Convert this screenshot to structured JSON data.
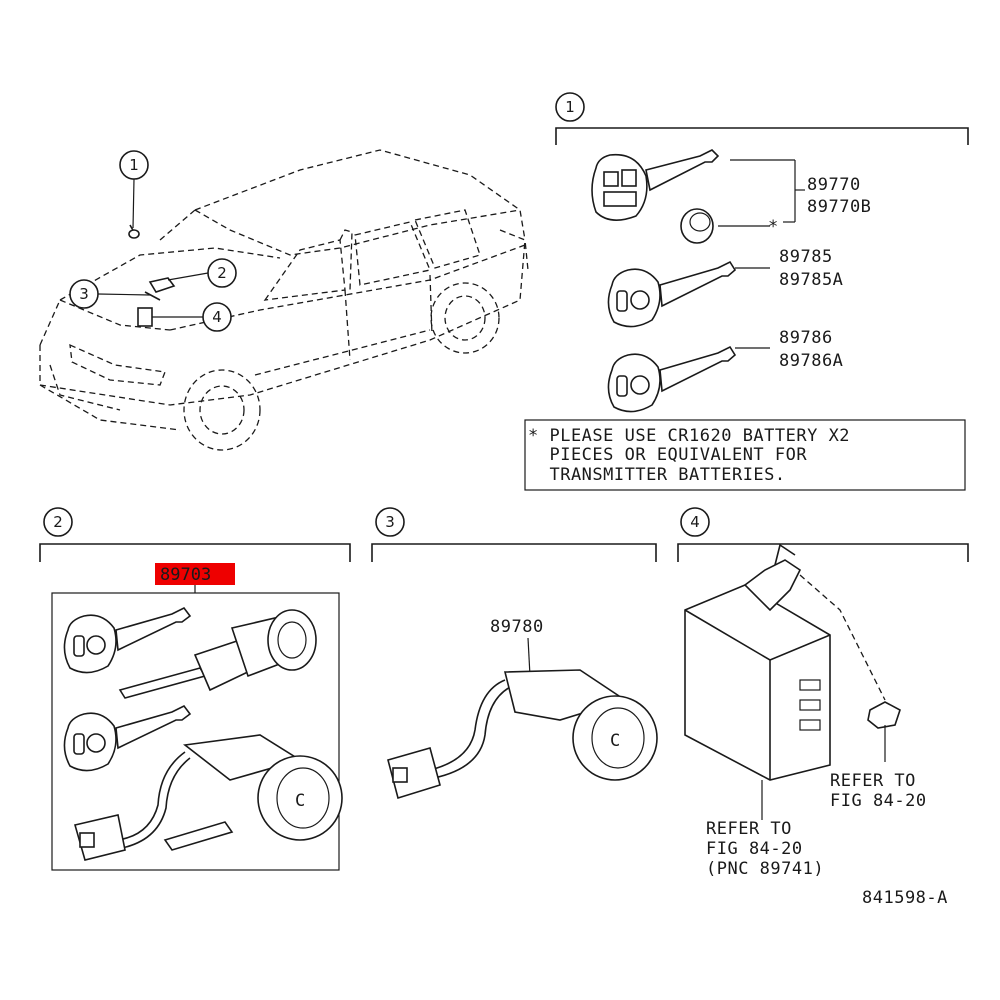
{
  "callouts": {
    "c1": "1",
    "c2": "2",
    "c3": "3",
    "c4": "4"
  },
  "keys": {
    "p1a": "89770",
    "p1b": "89770B",
    "p2a": "89785",
    "p2b": "89785A",
    "p3a": "89786",
    "p3b": "89786A",
    "asterisk": "*"
  },
  "note": {
    "line1": "* PLEASE USE CR1620 BATTERY X2",
    "line2": "  PIECES OR EQUIVALENT FOR",
    "line3": "  TRANSMITTER BATTERIES."
  },
  "section2": {
    "part": "89703",
    "highlight_color": "#ee0000"
  },
  "section3": {
    "part": "89780"
  },
  "section4": {
    "refer1_l1": "REFER TO",
    "refer1_l2": "FIG 84-20",
    "refer2_l1": "REFER TO",
    "refer2_l2": "FIG 84-20",
    "refer2_l3": "(PNC 89741)"
  },
  "lock_letter": "C",
  "drawing_id": "841598-A"
}
